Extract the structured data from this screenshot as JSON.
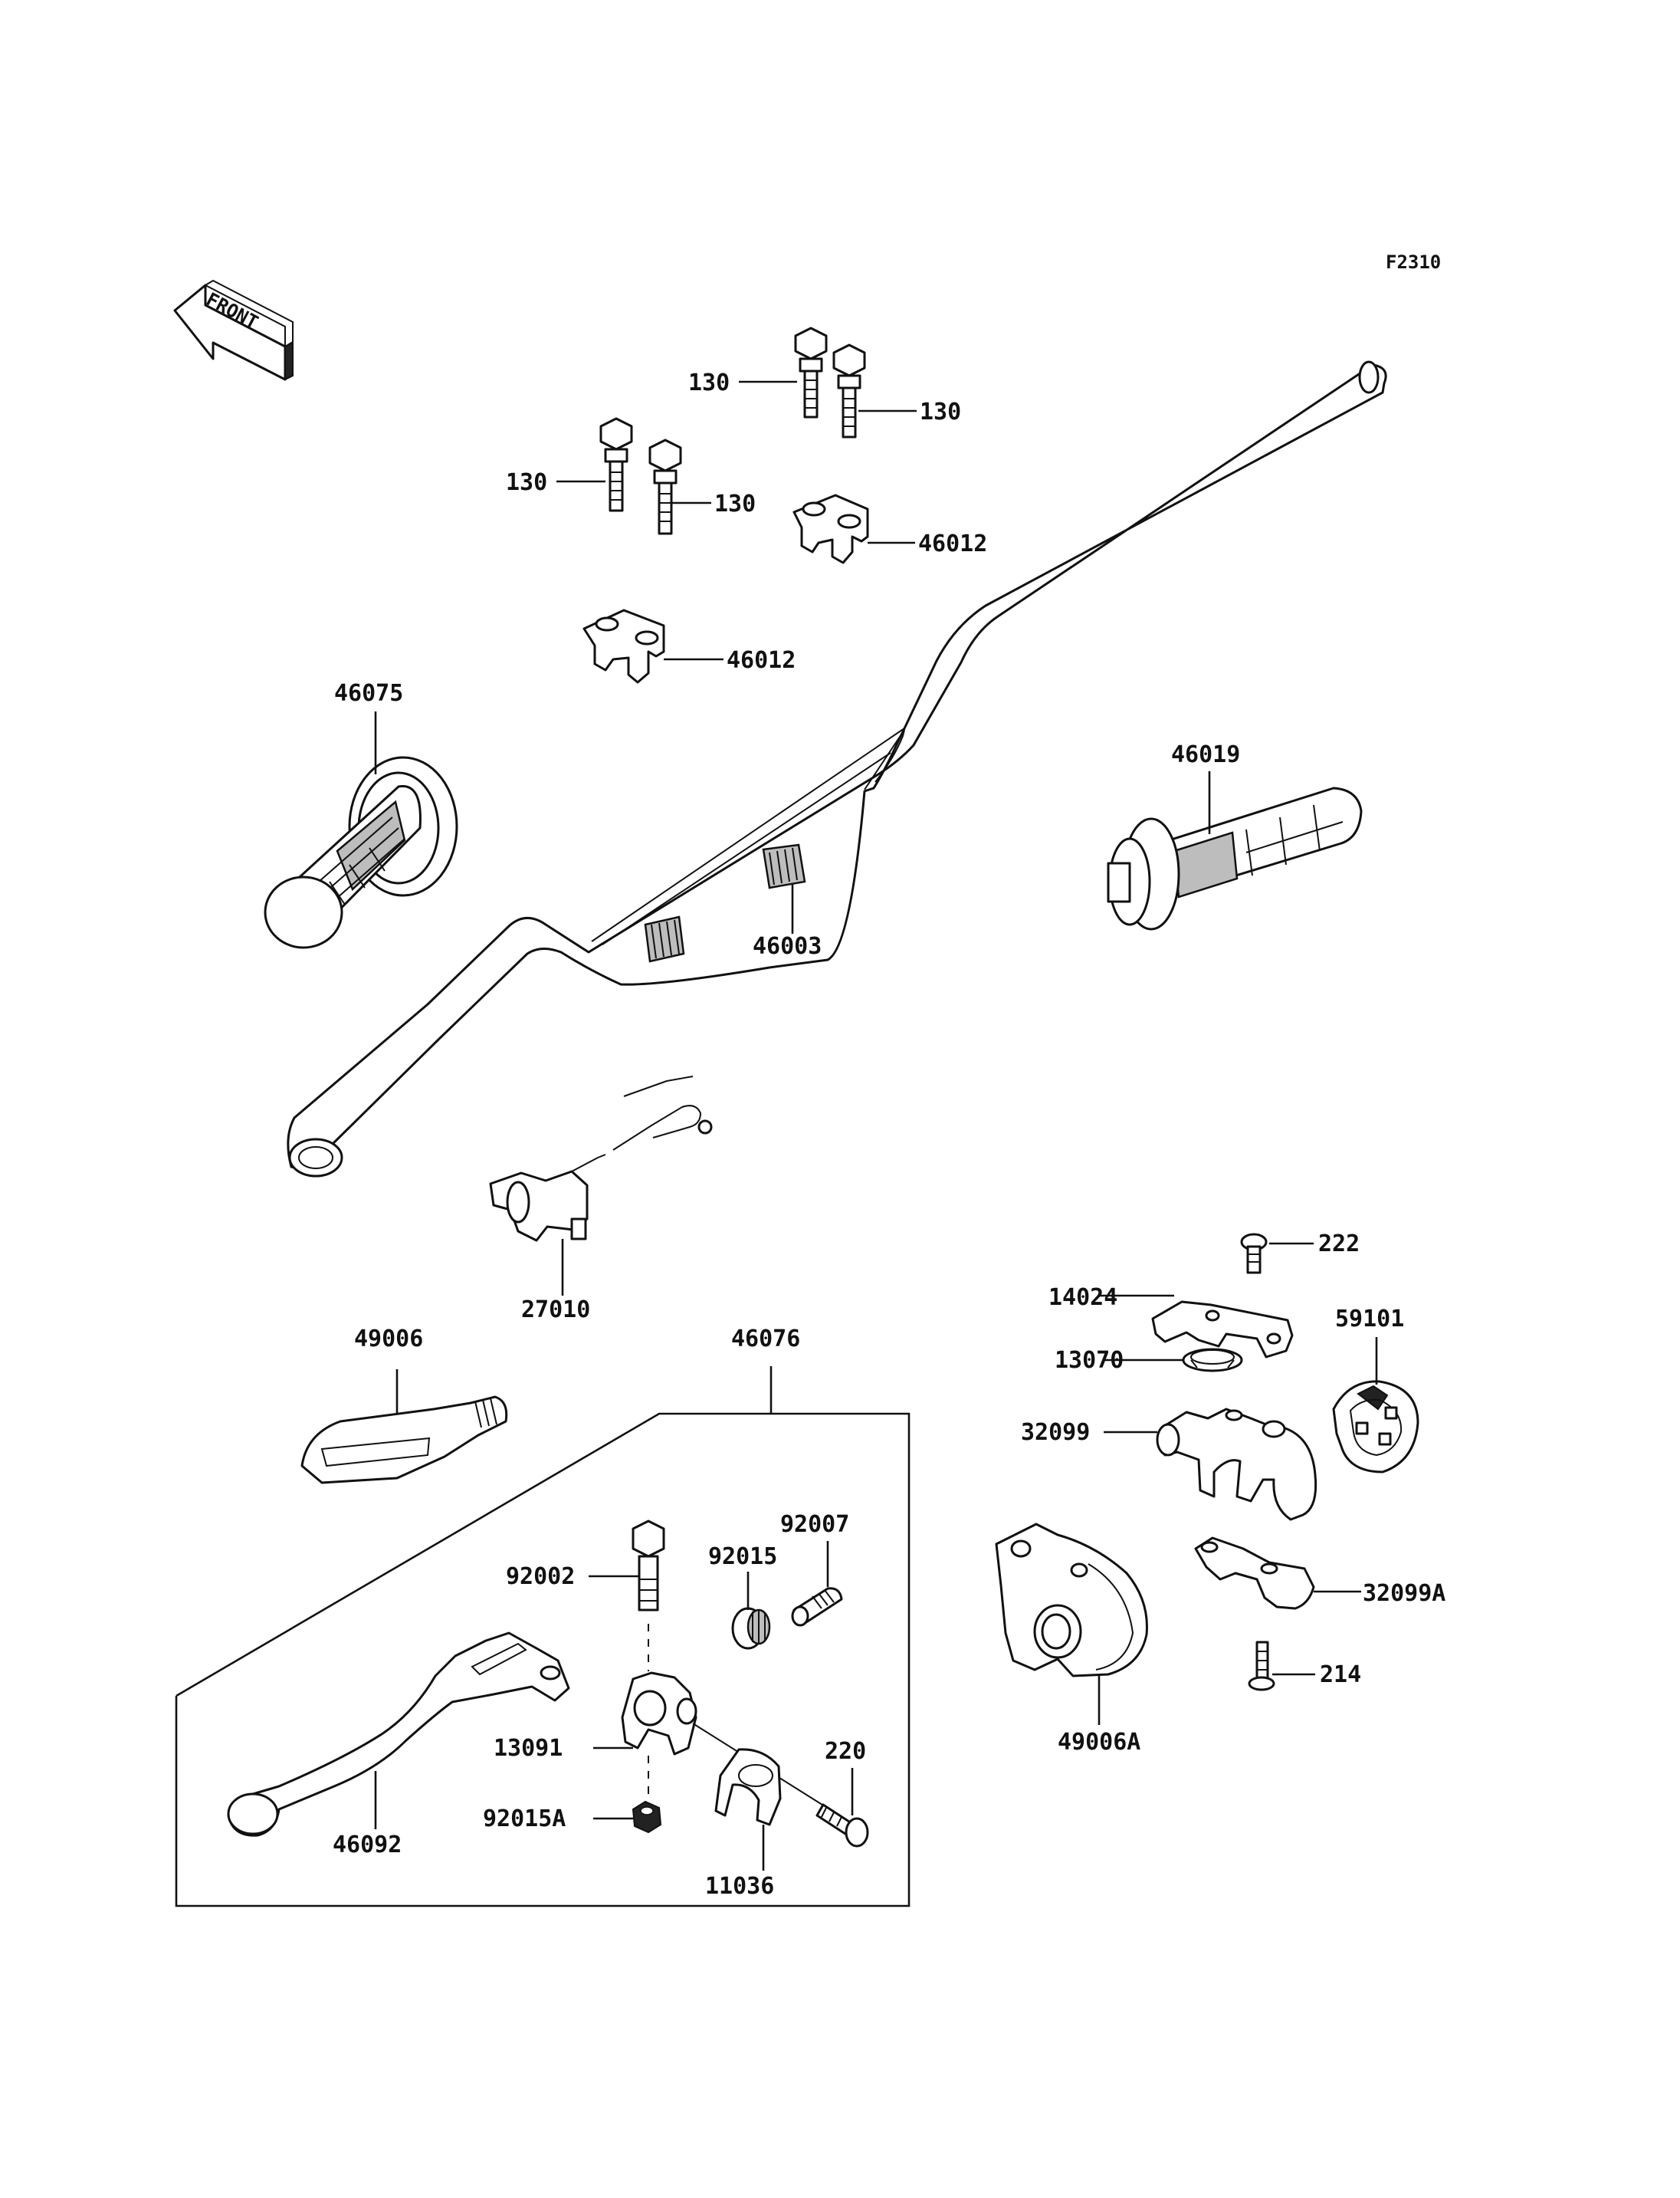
{
  "figure_id": "F2310",
  "front_label": "FRONT",
  "parts": {
    "bolt_130_a": "130",
    "bolt_130_b": "130",
    "bolt_130_c": "130",
    "bolt_130_d": "130",
    "holder_upper_a": "46012",
    "holder_upper_b": "46012",
    "grip_left": "46075",
    "grip_right": "46019",
    "pad": "46003",
    "switch": "27010",
    "lever_cover": "49006",
    "lever_assy": "46076",
    "bolt_92002": "92002",
    "nut_92015": "92015",
    "adjuster_92007": "92007",
    "holder_13091": "13091",
    "screw_220": "220",
    "nut_92015a": "92015A",
    "clamp_11036": "11036",
    "lever_46092": "46092",
    "screw_222": "222",
    "plate_14024": "14024",
    "spring_13070": "13070",
    "pulley_59101": "59101",
    "case_32099": "32099",
    "case_32099a": "32099A",
    "screw_214": "214",
    "cover_49006a": "49006A"
  }
}
